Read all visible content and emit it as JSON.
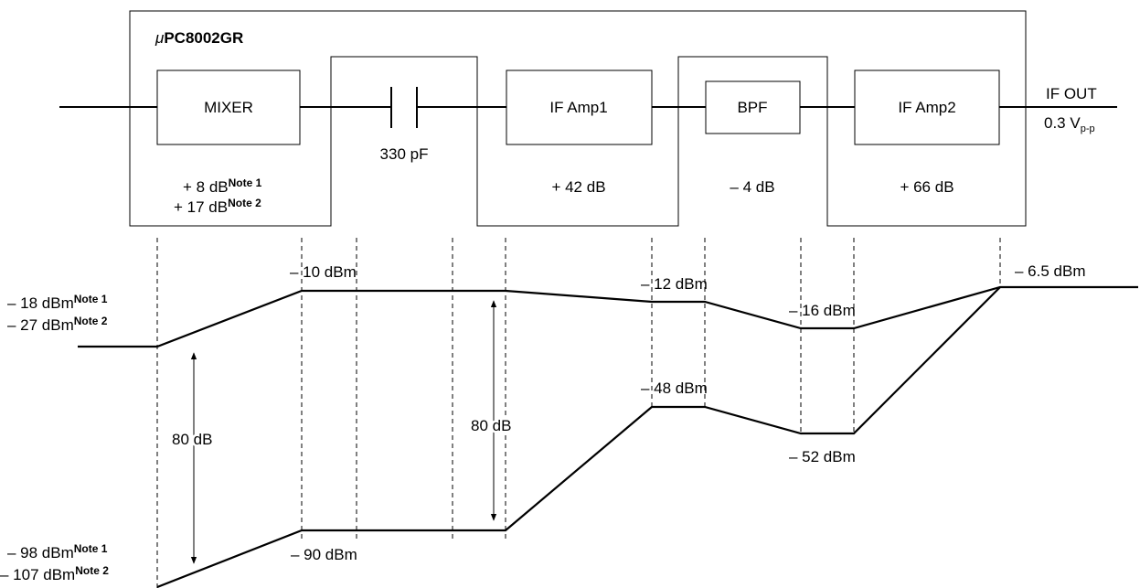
{
  "chip": {
    "prefix": "μ",
    "name": "PC8002GR"
  },
  "blocks": {
    "mixer": "MIXER",
    "capacitor": "330 pF",
    "if_amp1": "IF Amp1",
    "bpf": "BPF",
    "if_amp2": "IF Amp2"
  },
  "gains": {
    "mixer_1": "+ 8 dB",
    "mixer_2": "+ 17 dB",
    "if_amp1": "+ 42 dB",
    "bpf": "– 4 dB",
    "if_amp2": "+ 66 dB"
  },
  "output": {
    "label": "IF OUT",
    "voltage": "0.3 V",
    "voltage_sub": "p-p"
  },
  "notes": {
    "note1": "Note 1",
    "note2": "Note 2"
  },
  "upper_levels": {
    "input_1": "– 18 dBm",
    "input_2": "– 27 dBm",
    "after_mixer": "– 10 dBm",
    "after_amp1": "– 12 dBm",
    "after_bpf": "– 16 dBm",
    "output": "– 6.5 dBm"
  },
  "lower_levels": {
    "input_1": "– 98 dBm",
    "input_2": "– 107 dBm",
    "after_mixer": "– 90 dBm",
    "after_amp1": "– 48 dBm",
    "after_bpf": "– 52 dBm"
  },
  "ranges": {
    "left": "80 dB",
    "middle": "80 dB"
  }
}
